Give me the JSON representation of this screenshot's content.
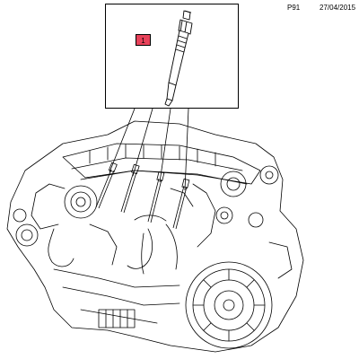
{
  "header": {
    "code": "P91",
    "date": "27/04/2015"
  },
  "callout": {
    "number": "1",
    "tag_color": "#e8425a",
    "part": "glow-plug"
  },
  "engine": {
    "glow_plug_callouts": 4
  }
}
